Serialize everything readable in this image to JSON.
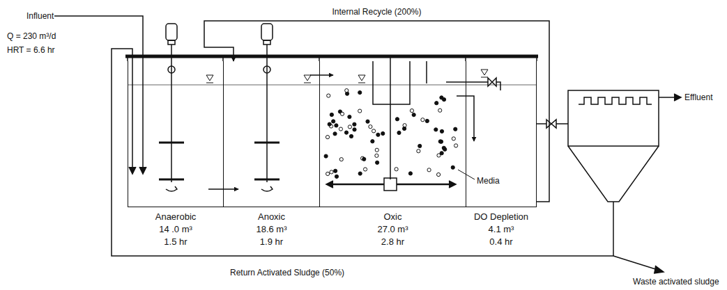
{
  "diagram": {
    "nodes": [
      {
        "text": [
          "Anaerobic",
          "14 .0 m³",
          "1.5 hr"
        ]
      },
      {
        "text": [
          "Anoxic",
          "18.6 m³",
          "1.9 hr"
        ]
      },
      {
        "text": [
          "Oxic",
          "27.0 m³",
          "2.8 hr"
        ]
      },
      {
        "text": [
          "DO Depletion",
          "4.1 m³",
          "0.4 hr"
        ]
      }
    ],
    "edges": [
      {
        "from": 0,
        "to": 1,
        "arrow": "to"
      },
      {
        "from": 1,
        "to": 2,
        "arrow": "to"
      },
      {
        "from": 2,
        "to": 3,
        "arrow": "to"
      },
      {
        "from": 3,
        "to": 1,
        "arrow": "to",
        "label": "Internal Recycle (200%)"
      }
    ],
    "labels": [
      "Influent",
      "Q = 230 m³/d",
      "HRT = 6.6 hr",
      "Media",
      "Effluent",
      "Return Activated Sludge (50%)",
      "Waste activated sludge"
    ]
  }
}
